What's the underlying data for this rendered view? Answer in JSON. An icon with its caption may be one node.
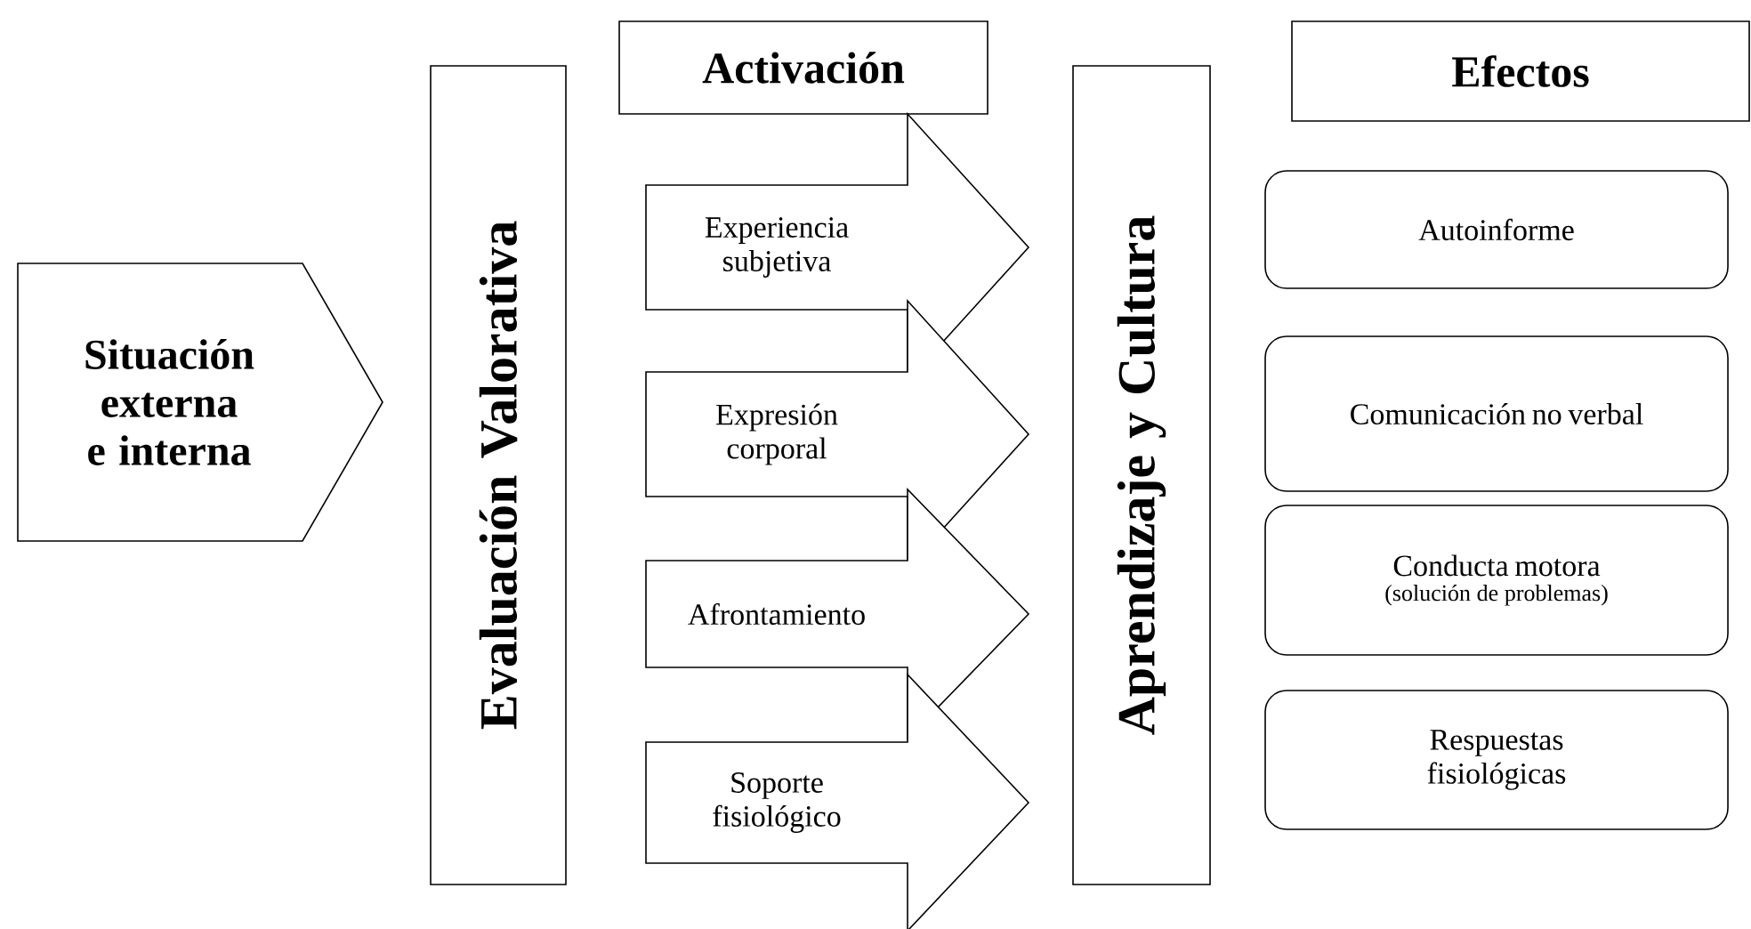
{
  "diagram": {
    "nodes": [
      {
        "text": [
          "Situación externa e interna"
        ]
      },
      {
        "text": [
          "Evaluación Valorativa"
        ]
      },
      {
        "text": [
          "Activación"
        ]
      },
      {
        "text": [
          "Experiencia subjetiva"
        ]
      },
      {
        "text": [
          "Expresión corporal"
        ]
      },
      {
        "text": [
          "Afrontamiento"
        ]
      },
      {
        "text": [
          "Soporte fisiológico"
        ]
      },
      {
        "text": [
          "Aprendizaje y Cultura"
        ]
      },
      {
        "text": [
          "Efectos"
        ]
      },
      {
        "text": [
          "Autoinforme"
        ]
      },
      {
        "text": [
          "Comunicación no verbal"
        ]
      },
      {
        "text": [
          "Conducta motora",
          "(solución de problemas)"
        ]
      },
      {
        "text": [
          "Respuestas fisiológicas"
        ]
      }
    ]
  }
}
